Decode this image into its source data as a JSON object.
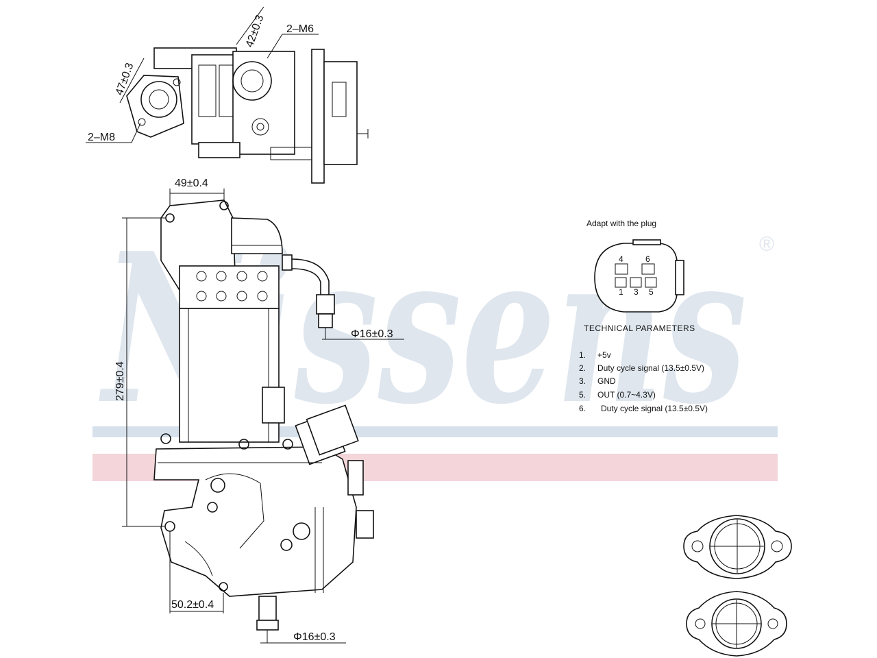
{
  "watermark": {
    "brand": "Nissens",
    "registered_mark": "®",
    "colors": {
      "text": "#dfe6ee",
      "blue_stripe": "#d7e1ec",
      "red_stripe": "#f3d5da"
    }
  },
  "dimensions": {
    "top_bolts_right": "2–M6",
    "top_bolts_left": "2–M8",
    "top_spacing_right": "42±0.3",
    "top_spacing_left": "47±0.3",
    "bracket_width": "49±0.4",
    "height": "279±0.4",
    "pipe_diameter_upper": "Φ16±0.3",
    "bottom_offset": "50.2±0.4",
    "pipe_diameter_lower": "Φ16±0.3"
  },
  "plug": {
    "caption": "Adapt with the plug",
    "pins_top": [
      "4",
      "6"
    ],
    "pins_bottom": [
      "1",
      "3",
      "5"
    ]
  },
  "technical_parameters": {
    "title": "TECHNICAL PARAMETERS",
    "items": [
      {
        "num": "1.",
        "text": "+5v"
      },
      {
        "num": "2.",
        "text": "Duty cycle signal (13.5±0.5V)"
      },
      {
        "num": "3.",
        "text": "GND"
      },
      {
        "num": "5.",
        "text": "OUT (0.7~4.3V)"
      },
      {
        "num": "6.",
        "text": "Duty cycle signal (13.5±0.5V)"
      }
    ]
  }
}
